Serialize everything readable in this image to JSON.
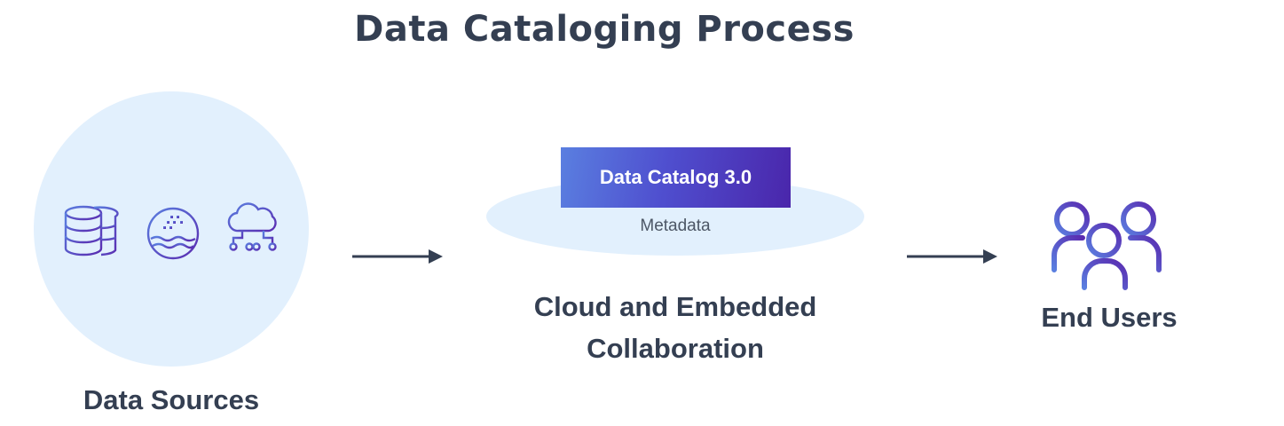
{
  "title": "Data Cataloging Process",
  "sources": {
    "label": "Data Sources",
    "icons": [
      "database-icon",
      "data-lake-icon",
      "cloud-network-icon"
    ]
  },
  "platform": {
    "catalog_label": "Data Catalog 3.0",
    "metadata_label": "Metadata",
    "caption_line1": "Cloud and Embedded",
    "caption_line2": "Collaboration"
  },
  "users": {
    "label": "End Users",
    "icon": "users-group-icon"
  },
  "colors": {
    "text": "#343f52",
    "light_blue": "#e2f0fd",
    "icon_gradient_start": "#5a7fe0",
    "icon_gradient_end": "#5a2bb0",
    "arrow": "#343f52"
  }
}
